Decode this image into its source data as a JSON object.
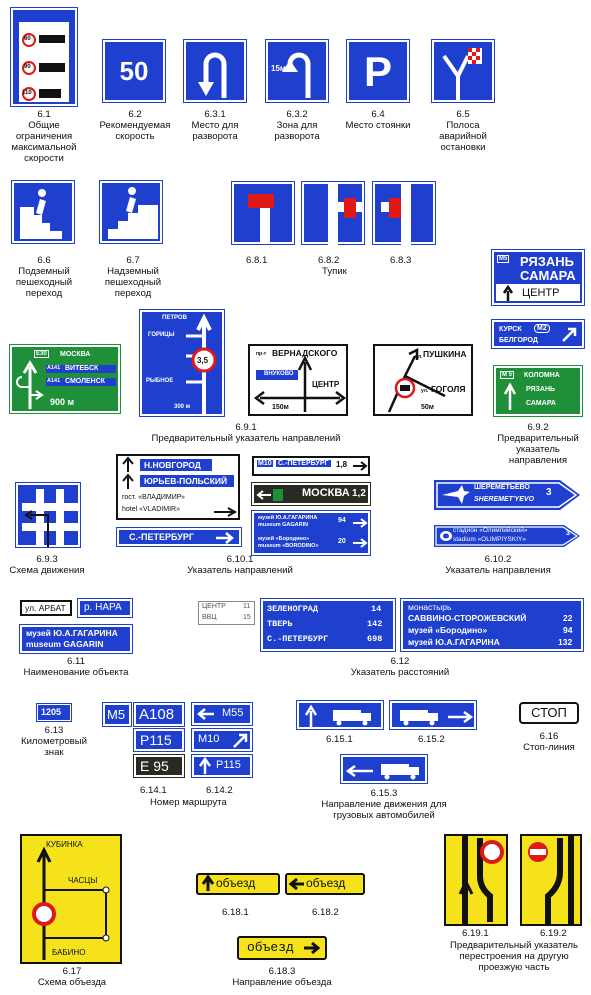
{
  "colors": {
    "blue": "#1f3fcf",
    "green": "#1f8f3a",
    "yellow": "#f5e21a",
    "red": "#e01818",
    "brown": "#2a2a22",
    "white": "#ffffff"
  },
  "signs": {
    "s6_1": {
      "num": "6.1",
      "caption": "Общие ограничения максимальной скорости",
      "l1": "60",
      "l2": "90",
      "l3": "110"
    },
    "s6_2": {
      "num": "6.2",
      "caption": "Рекомендуемая скорость",
      "value": "50"
    },
    "s6_3_1": {
      "num": "6.3.1",
      "caption": "Место для разворота"
    },
    "s6_3_2": {
      "num": "6.3.2",
      "caption": "Зона для разворота",
      "dist": "15м"
    },
    "s6_4": {
      "num": "6.4",
      "caption": "Место стоянки",
      "letter": "P"
    },
    "s6_5": {
      "num": "6.5",
      "caption": "Полоса аварийной остановки"
    },
    "s6_6": {
      "num": "6.6",
      "caption": "Подземный пешеходный переход"
    },
    "s6_7": {
      "num": "6.7",
      "caption": "Надземный пешеходный переход"
    },
    "s6_8": {
      "num1": "6.8.1",
      "num2": "6.8.2",
      "num3": "6.8.3",
      "caption": "Тупик"
    },
    "s6_9_1": {
      "num": "6.9.1",
      "caption": "Предварительный указатель направлений",
      "a": {
        "road": "E30",
        "t1": "МОСКВА",
        "r1": "A141",
        "t2": "ВИТЕБСК",
        "r2": "A141",
        "t3": "СМОЛЕНСК",
        "dist": "900 м"
      },
      "b": {
        "t1": "ПЕТРОВ",
        "t2": "ГОРИЦЫ",
        "t3": "РЫБНОЕ",
        "limit": "3,5",
        "dist": "300 м"
      },
      "c": {
        "pre": "пр-т",
        "t1": "ВЕРНАДСКОГО",
        "t2": "ВНУКОВО",
        "t3": "ЦЕНТР",
        "dist": "150м"
      },
      "d": {
        "pre": "пл.",
        "t1": "ПУШКИНА",
        "pre2": "ул.",
        "t2": "ГОГОЛЯ",
        "dist": "50м"
      }
    },
    "s6_9_2": {
      "num": "6.9.2",
      "caption": "Предварительный указатель направления",
      "a": {
        "road": "M5",
        "t1": "РЯЗАНЬ",
        "t2": "САМАРА",
        "t3": "ЦЕНТР"
      },
      "b": {
        "t1": "КУРСК",
        "road": "M2",
        "t2": "БЕЛГОРОД"
      },
      "c": {
        "road": "M 5",
        "t1": "КОЛОМНА",
        "t2": "РЯЗАНЬ",
        "t3": "САМАРА"
      }
    },
    "s6_9_3": {
      "num": "6.9.3",
      "caption": "Схема движения"
    },
    "s6_10_1": {
      "num": "6.10.1",
      "caption": "Указатель направлений",
      "t1": "Н.НОВГОРОД",
      "t2": "ЮРЬЕВ-ПОЛЬСКИЙ",
      "t3": "гост. «ВЛАДИМИР»",
      "t4": "hotel «VLADIMIR»",
      "t5": "С.-ПЕТЕРБУРГ",
      "road": "M10",
      "t6": "С.-ПЕТЕРБУРГ",
      "d6": "1,8",
      "t7": "МОСКВА",
      "d7": "1,2",
      "t8": "музей Ю.А.ГАГАРИНА",
      "t9": "museum GAGARIN",
      "d8": "94",
      "t10": "музей «Бородино»",
      "t11": "museum «BORODINO»",
      "d10": "20"
    },
    "s6_10_2": {
      "num": "6.10.2",
      "caption": "Указатель направления",
      "t1": "ШЕРЕМЕТЬЕВО",
      "t2": "SHEREMET'YEVO",
      "d1": "3",
      "t3": "стадион «Олимпийский»",
      "t4": "stadium «OLIMPIYSKIY»",
      "d3": "3"
    },
    "s6_11": {
      "num": "6.11",
      "caption": "Наименование объекта",
      "t1": "ул. АРБАТ",
      "t2": "р. НАРА",
      "t3": "музей Ю.А.ГАГАРИНА",
      "t4": "museum GAGARIN"
    },
    "s6_12": {
      "num": "6.12",
      "caption": "Указатель расстояний",
      "w": {
        "t1": "ЦЕНТР",
        "d1": "11",
        "t2": "ВВЦ",
        "d2": "15"
      },
      "a": [
        {
          "t": "ЗЕЛЕНОГРАД",
          "d": "14"
        },
        {
          "t": "ТВЕРЬ",
          "d": "142"
        },
        {
          "t": "С.-ПЕТЕРБУРГ",
          "d": "698"
        }
      ],
      "b": [
        {
          "t": "монастырь",
          "d": ""
        },
        {
          "t": "САВВИНО-СТОРОЖЕВСКИЙ",
          "d": "22"
        },
        {
          "t": "музей «Бородино»",
          "d": "94"
        },
        {
          "t": "музей Ю.А.ГАГАРИНА",
          "d": "132"
        }
      ]
    },
    "s6_13": {
      "num": "6.13",
      "caption": "Километровый знак",
      "value": "1205"
    },
    "s6_14_1": {
      "num": "6.14.1",
      "caption": "Номер маршрута",
      "r1": "M5",
      "r2": "A108",
      "r3": "P115",
      "r4": "E 95"
    },
    "s6_14_2": {
      "num": "6.14.2",
      "r1": "M55",
      "r2": "M10",
      "r3": "P115"
    },
    "s6_15": {
      "num1": "6.15.1",
      "num2": "6.15.2",
      "num3": "6.15.3",
      "caption": "Направление движения для грузовых автомобилей"
    },
    "s6_16": {
      "num": "6.16",
      "caption": "Стоп-линия",
      "text": "СТОП"
    },
    "s6_17": {
      "num": "6.17",
      "caption": "Схема объезда",
      "t1": "КУБИНКА",
      "t2": "ЧАСЦЫ",
      "t3": "БАБИНО"
    },
    "s6_18": {
      "num1": "6.18.1",
      "num2": "6.18.2",
      "num3": "6.18.3",
      "caption": "Направление объезда",
      "text": "объезд"
    },
    "s6_19": {
      "num1": "6.19.1",
      "num2": "6.19.2",
      "caption": "Предварительный указатель перестроения на другую проезжую часть"
    }
  }
}
